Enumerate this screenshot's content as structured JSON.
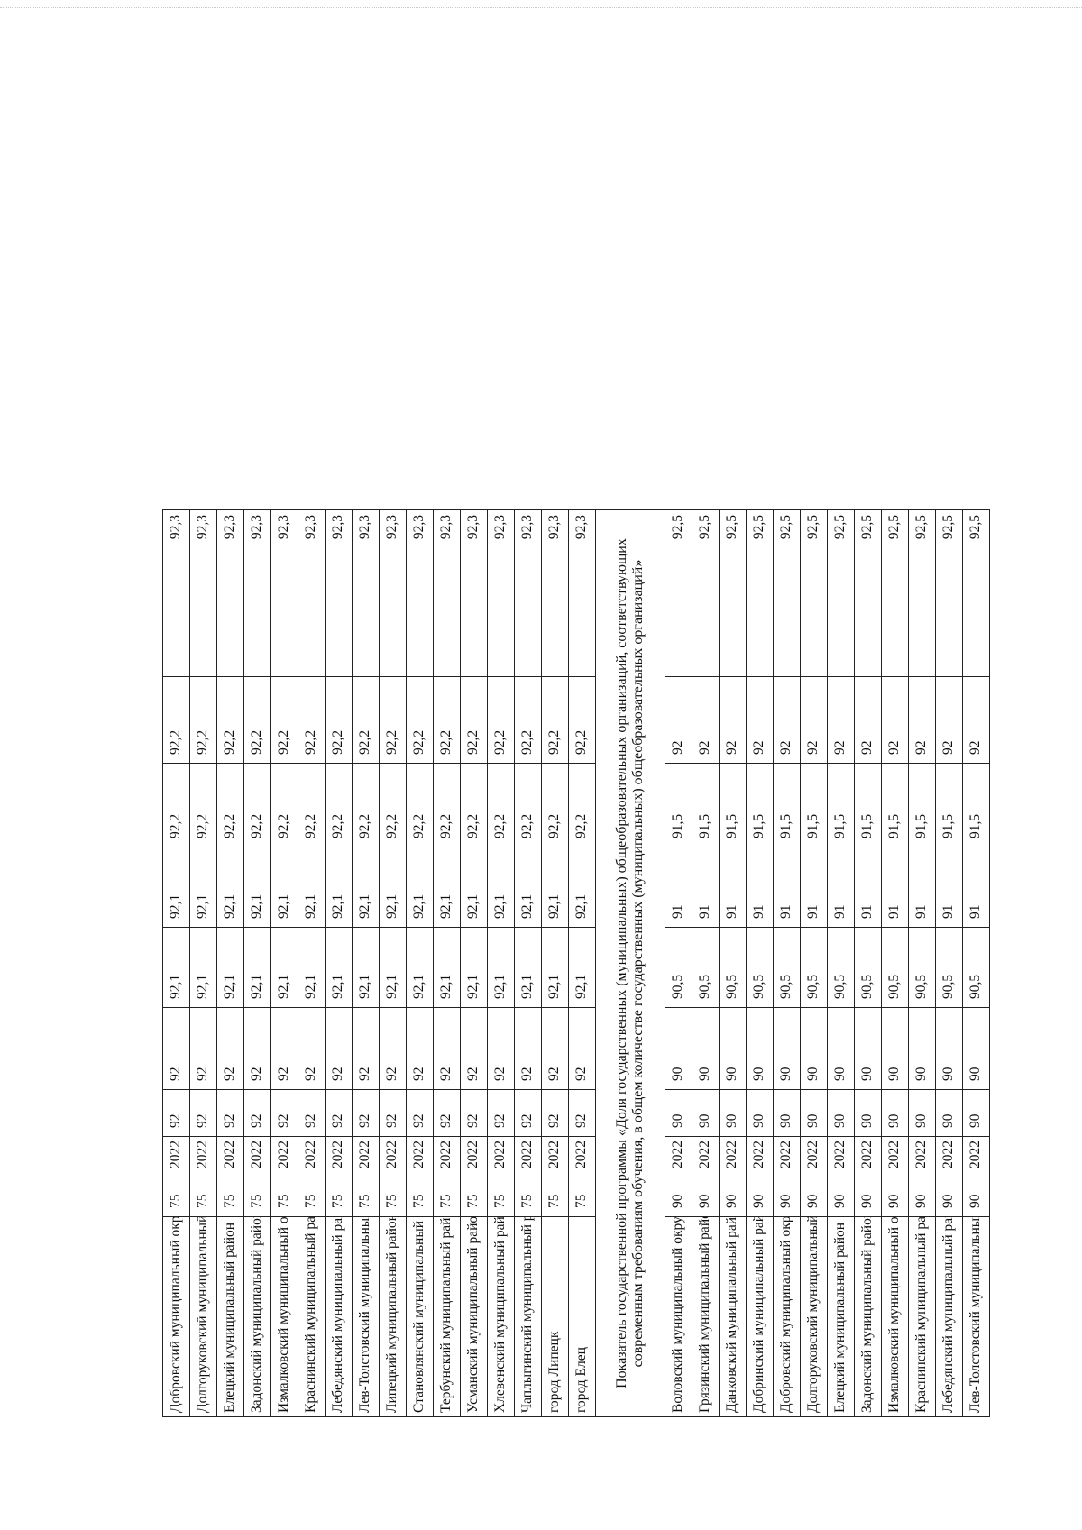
{
  "document": {
    "section_1_rows": [
      {
        "name": "Добровский муниципальный округ",
        "base": "75",
        "year": "2022",
        "v1": "92",
        "v2": "92",
        "v3": "92,1",
        "v4": "92,1",
        "v5": "92,2",
        "v6": "92,2",
        "v7": "92,3"
      },
      {
        "name": "Долгоруковский муниципальный район",
        "base": "75",
        "year": "2022",
        "v1": "92",
        "v2": "92",
        "v3": "92,1",
        "v4": "92,1",
        "v5": "92,2",
        "v6": "92,2",
        "v7": "92,3"
      },
      {
        "name": "Елецкий муниципальный район",
        "base": "75",
        "year": "2022",
        "v1": "92",
        "v2": "92",
        "v3": "92,1",
        "v4": "92,1",
        "v5": "92,2",
        "v6": "92,2",
        "v7": "92,3"
      },
      {
        "name": "Задонский муниципальный район",
        "base": "75",
        "year": "2022",
        "v1": "92",
        "v2": "92",
        "v3": "92,1",
        "v4": "92,1",
        "v5": "92,2",
        "v6": "92,2",
        "v7": "92,3"
      },
      {
        "name": "Измалковский муниципальный округ",
        "base": "75",
        "year": "2022",
        "v1": "92",
        "v2": "92",
        "v3": "92,1",
        "v4": "92,1",
        "v5": "92,2",
        "v6": "92,2",
        "v7": "92,3"
      },
      {
        "name": "Краснинский муниципальный район",
        "base": "75",
        "year": "2022",
        "v1": "92",
        "v2": "92",
        "v3": "92,1",
        "v4": "92,1",
        "v5": "92,2",
        "v6": "92,2",
        "v7": "92,3"
      },
      {
        "name": "Лебедянский муниципальный район",
        "base": "75",
        "year": "2022",
        "v1": "92",
        "v2": "92",
        "v3": "92,1",
        "v4": "92,1",
        "v5": "92,2",
        "v6": "92,2",
        "v7": "92,3"
      },
      {
        "name": "Лев-Толстовский муниципальный район",
        "base": "75",
        "year": "2022",
        "v1": "92",
        "v2": "92",
        "v3": "92,1",
        "v4": "92,1",
        "v5": "92,2",
        "v6": "92,2",
        "v7": "92,3"
      },
      {
        "name": "Липецкий муниципальный район",
        "base": "75",
        "year": "2022",
        "v1": "92",
        "v2": "92",
        "v3": "92,1",
        "v4": "92,1",
        "v5": "92,2",
        "v6": "92,2",
        "v7": "92,3"
      },
      {
        "name": "Становлянский муниципальный округ",
        "base": "75",
        "year": "2022",
        "v1": "92",
        "v2": "92",
        "v3": "92,1",
        "v4": "92,1",
        "v5": "92,2",
        "v6": "92,2",
        "v7": "92,3"
      },
      {
        "name": "Тербунский муниципальный район",
        "base": "75",
        "year": "2022",
        "v1": "92",
        "v2": "92",
        "v3": "92,1",
        "v4": "92,1",
        "v5": "92,2",
        "v6": "92,2",
        "v7": "92,3"
      },
      {
        "name": "Усманский муниципальный район",
        "base": "75",
        "year": "2022",
        "v1": "92",
        "v2": "92",
        "v3": "92,1",
        "v4": "92,1",
        "v5": "92,2",
        "v6": "92,2",
        "v7": "92,3"
      },
      {
        "name": "Хлевенский муниципальный район",
        "base": "75",
        "year": "2022",
        "v1": "92",
        "v2": "92",
        "v3": "92,1",
        "v4": "92,1",
        "v5": "92,2",
        "v6": "92,2",
        "v7": "92,3"
      },
      {
        "name": "Чаплыгинский муниципальный район",
        "base": "75",
        "year": "2022",
        "v1": "92",
        "v2": "92",
        "v3": "92,1",
        "v4": "92,1",
        "v5": "92,2",
        "v6": "92,2",
        "v7": "92,3"
      },
      {
        "name": "город Липецк",
        "base": "75",
        "year": "2022",
        "v1": "92",
        "v2": "92",
        "v3": "92,1",
        "v4": "92,1",
        "v5": "92,2",
        "v6": "92,2",
        "v7": "92,3"
      },
      {
        "name": "город Елец",
        "base": "75",
        "year": "2022",
        "v1": "92",
        "v2": "92",
        "v3": "92,1",
        "v4": "92,1",
        "v5": "92,2",
        "v6": "92,2",
        "v7": "92,3"
      }
    ],
    "indicator_heading": "Показатель государственной программы «Доля государственных (муниципальных) общеобразовательных организаций, соответствующих современным требованиям обучения, в общем количестве государственных (муниципальных) общеобразовательных организаций»",
    "section_2_rows": [
      {
        "name": "Воловский муниципальный округ",
        "base": "90",
        "year": "2022",
        "v1": "90",
        "v2": "90",
        "v3": "90,5",
        "v4": "91",
        "v5": "91,5",
        "v6": "92",
        "v7": "92,5"
      },
      {
        "name": "Грязинский муниципальный район",
        "base": "90",
        "year": "2022",
        "v1": "90",
        "v2": "90",
        "v3": "90,5",
        "v4": "91",
        "v5": "91,5",
        "v6": "92",
        "v7": "92,5"
      },
      {
        "name": "Данковский муниципальный район",
        "base": "90",
        "year": "2022",
        "v1": "90",
        "v2": "90",
        "v3": "90,5",
        "v4": "91",
        "v5": "91,5",
        "v6": "92",
        "v7": "92,5"
      },
      {
        "name": "Добринский муниципальный район",
        "base": "90",
        "year": "2022",
        "v1": "90",
        "v2": "90",
        "v3": "90,5",
        "v4": "91",
        "v5": "91,5",
        "v6": "92",
        "v7": "92,5"
      },
      {
        "name": "Добровский муниципальный округ",
        "base": "90",
        "year": "2022",
        "v1": "90",
        "v2": "90",
        "v3": "90,5",
        "v4": "91",
        "v5": "91,5",
        "v6": "92",
        "v7": "92,5"
      },
      {
        "name": "Долгоруковский муниципальный район",
        "base": "90",
        "year": "2022",
        "v1": "90",
        "v2": "90",
        "v3": "90,5",
        "v4": "91",
        "v5": "91,5",
        "v6": "92",
        "v7": "92,5"
      },
      {
        "name": "Елецкий муниципальный район",
        "base": "90",
        "year": "2022",
        "v1": "90",
        "v2": "90",
        "v3": "90,5",
        "v4": "91",
        "v5": "91,5",
        "v6": "92",
        "v7": "92,5"
      },
      {
        "name": "Задонский муниципальный район",
        "base": "90",
        "year": "2022",
        "v1": "90",
        "v2": "90",
        "v3": "90,5",
        "v4": "91",
        "v5": "91,5",
        "v6": "92",
        "v7": "92,5"
      },
      {
        "name": "Измалковский муниципальный округ",
        "base": "90",
        "year": "2022",
        "v1": "90",
        "v2": "90",
        "v3": "90,5",
        "v4": "91",
        "v5": "91,5",
        "v6": "92",
        "v7": "92,5"
      },
      {
        "name": "Краснинский муниципальный район",
        "base": "90",
        "year": "2022",
        "v1": "90",
        "v2": "90",
        "v3": "90,5",
        "v4": "91",
        "v5": "91,5",
        "v6": "92",
        "v7": "92,5"
      },
      {
        "name": "Лебедянский муниципальный район",
        "base": "90",
        "year": "2022",
        "v1": "90",
        "v2": "90",
        "v3": "90,5",
        "v4": "91",
        "v5": "91,5",
        "v6": "92",
        "v7": "92,5"
      },
      {
        "name": "Лев-Толстовский муниципальный район",
        "base": "90",
        "year": "2022",
        "v1": "90",
        "v2": "90",
        "v3": "90,5",
        "v4": "91",
        "v5": "91,5",
        "v6": "92",
        "v7": "92,5"
      }
    ]
  }
}
